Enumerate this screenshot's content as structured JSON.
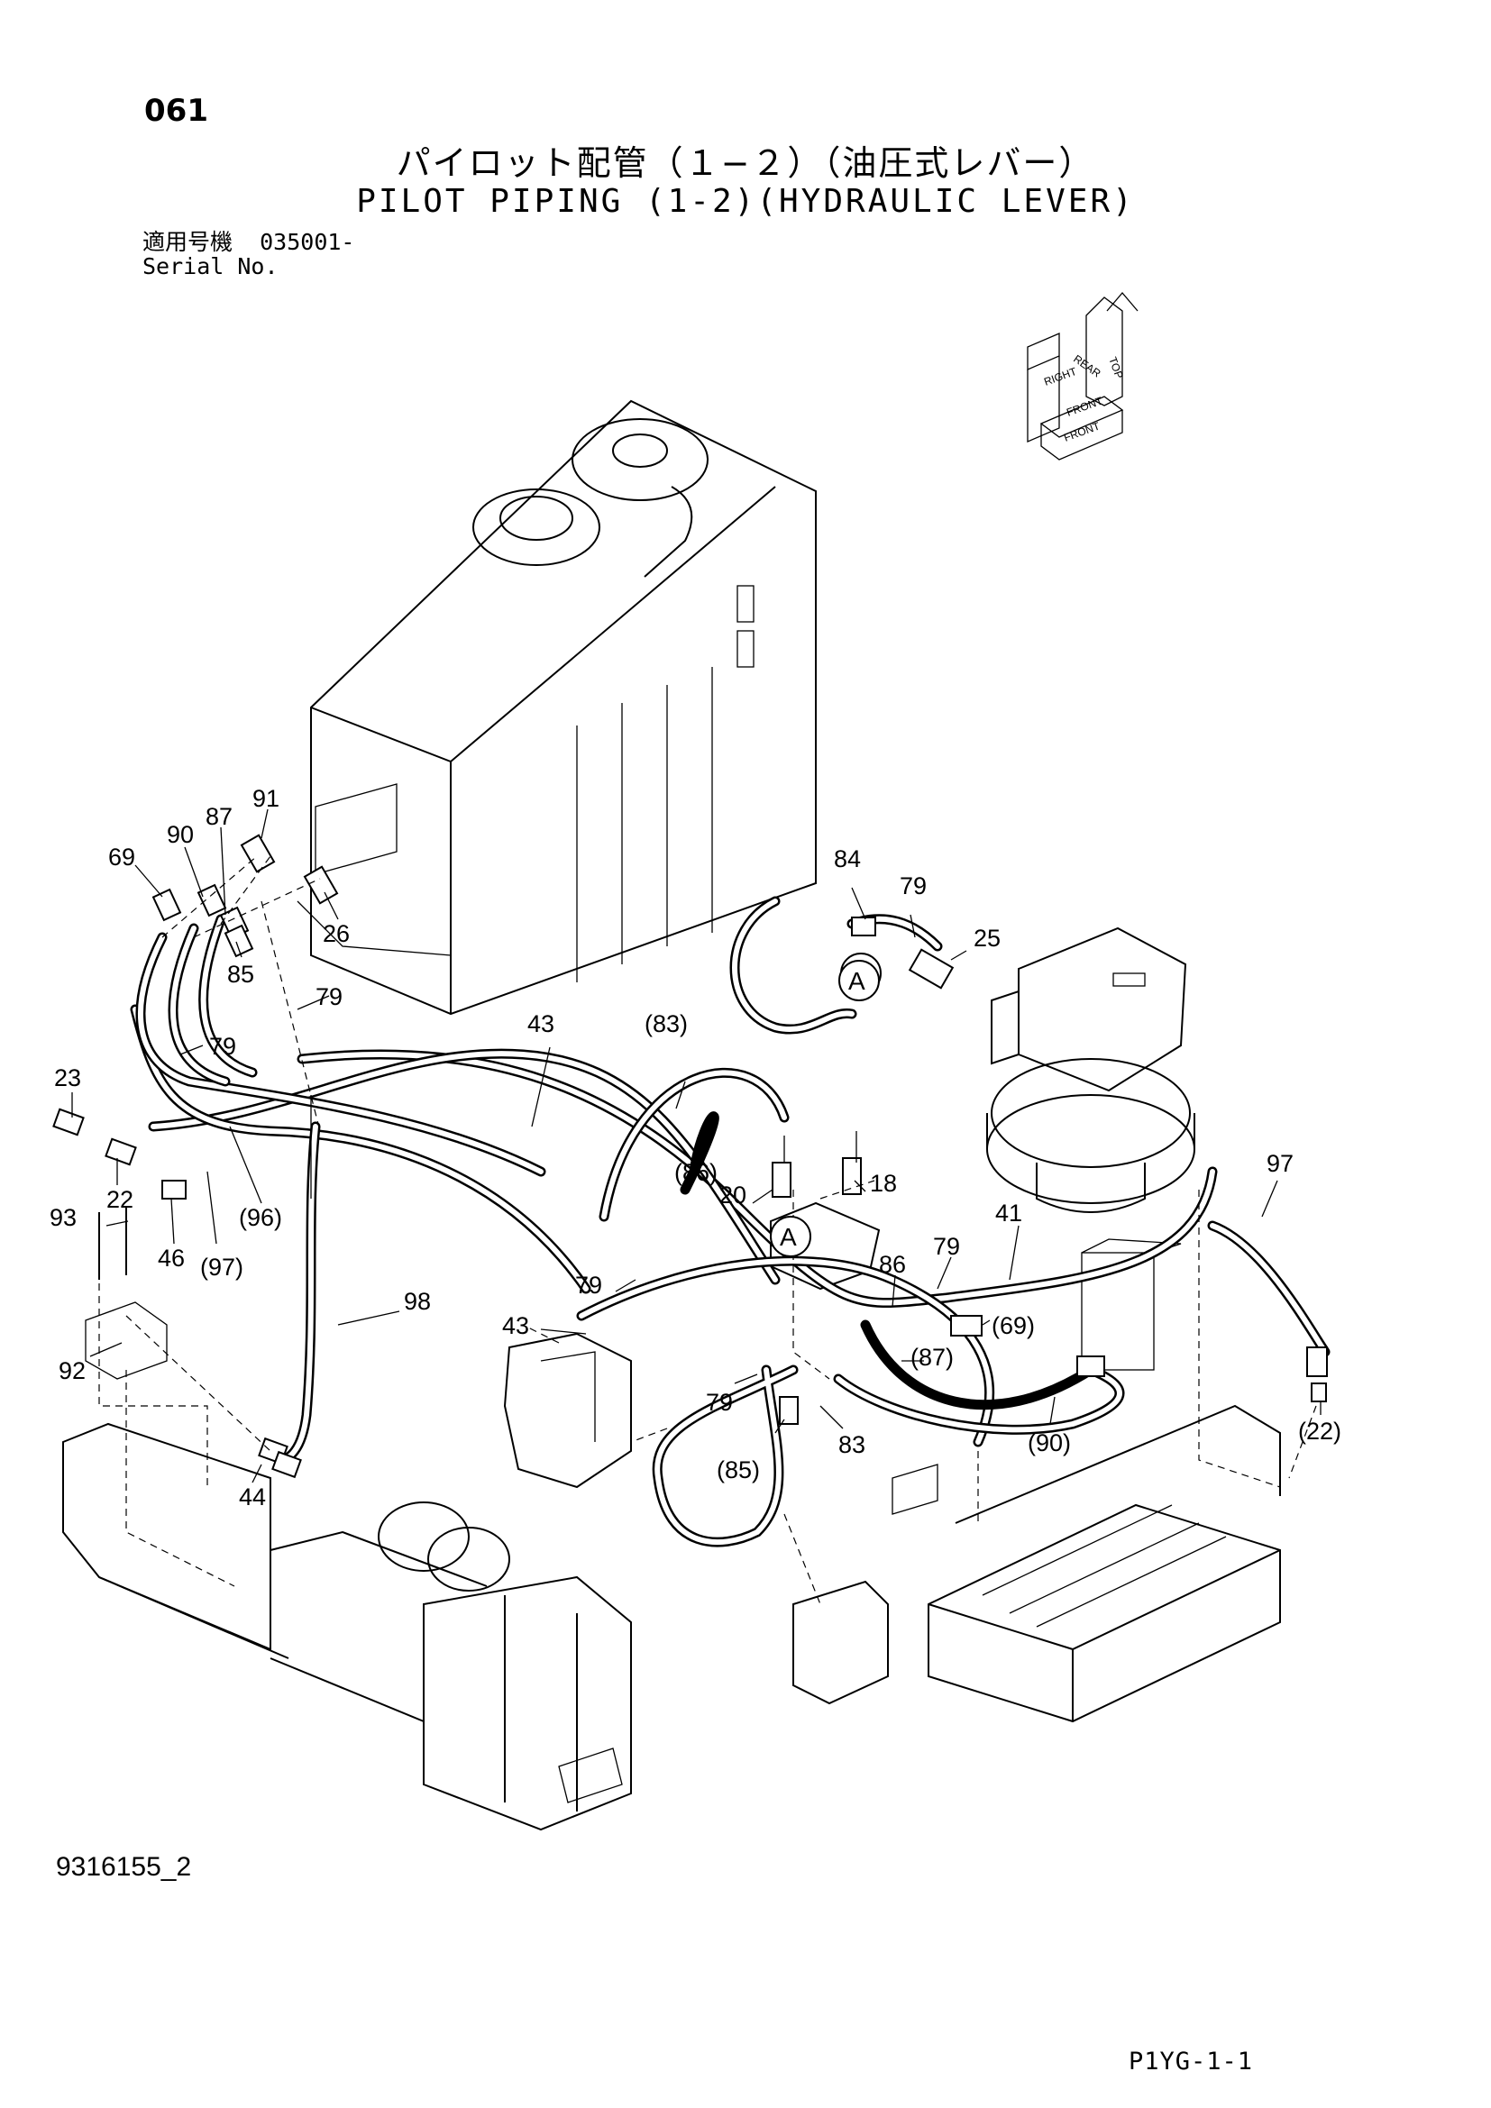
{
  "page_number": "061",
  "title_jp": "パイロット配管（１−２）（油圧式レバー）",
  "title_en": "PILOT PIPING (1-2)(HYDRAULIC LEVER)",
  "serial": {
    "label_jp": "適用号機",
    "value": "035001-",
    "label_en": "Serial No."
  },
  "orientation_icon": {
    "labels": [
      "TOP",
      "REAR",
      "RIGHT",
      "FRONT",
      "FRONT"
    ]
  },
  "callouts": [
    "91",
    "90",
    "87",
    "69",
    "26",
    "85",
    "79",
    "79",
    "23",
    "22",
    "93",
    "46",
    "(96)",
    "(97)",
    "92",
    "43",
    "(83)",
    "(86)",
    "20",
    "18",
    "84",
    "79",
    "25",
    "41",
    "79",
    "86",
    "97",
    "43",
    "79",
    "(69)",
    "(87)",
    "79",
    "(85)",
    "83",
    "(90)",
    "(22)",
    "98",
    "44"
  ],
  "drawing_number": "9316155_2",
  "page_code": "P1YG-1-1"
}
